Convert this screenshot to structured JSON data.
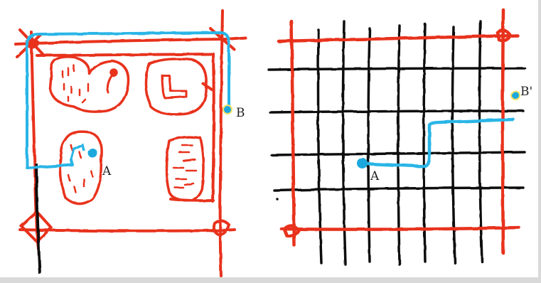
{
  "panels": [
    {
      "id": "left-sketch",
      "labels": {
        "start": "A",
        "end": "B"
      }
    },
    {
      "id": "right-sketch",
      "labels": {
        "start": "A",
        "end": "B'"
      }
    }
  ],
  "colors": {
    "road_red": "#e8321f",
    "grid_black": "#111111",
    "route_blue": "#2bb5e6",
    "point_blue": "#1fa8dc",
    "point_yellow": "#f4e36a"
  }
}
